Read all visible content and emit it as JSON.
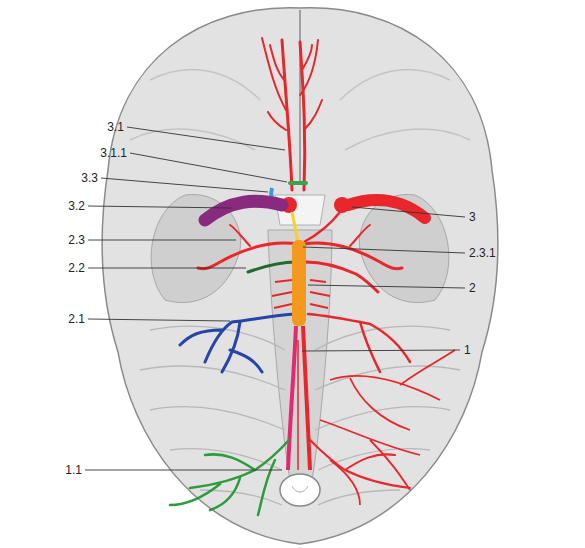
{
  "diagram": {
    "labels": [
      "3.1",
      "3.1.1",
      "3.3",
      "3.2",
      "2.3",
      "2.2",
      "2.1",
      "1.1",
      "3",
      "2.3.1",
      "2",
      "1"
    ]
  }
}
